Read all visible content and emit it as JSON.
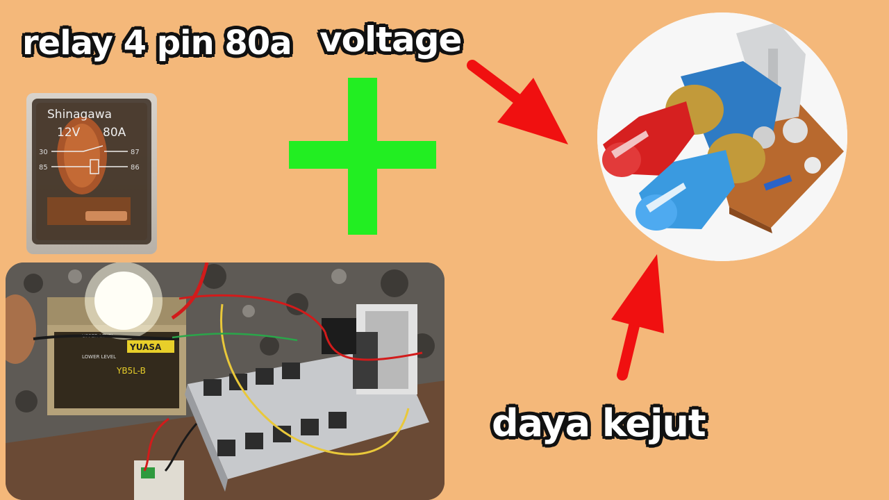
{
  "captions": {
    "relay": "relay 4 pin 80a",
    "voltage": "voltage",
    "daya_kejut": "daya kejut"
  },
  "relay_label": {
    "brand": "Shinagawa",
    "voltage": "12V",
    "current": "80A",
    "pin_30": "30",
    "pin_87": "87",
    "pin_85": "85",
    "pin_86": "86"
  },
  "battery_label": {
    "brand": "YUASA",
    "model": "YB5L-B",
    "upper": "UPPER LEVEL",
    "lower": "LOWER LEVEL"
  },
  "colors": {
    "background": "#F4B87A",
    "plus_sign": "#22EE22",
    "arrows": "#F01010",
    "caption_text": "#FFFFFF",
    "caption_outline": "#111111"
  },
  "icons": {
    "plus": "plus-sign",
    "arrow_top": "arrow-down-right",
    "arrow_bottom": "arrow-up-right"
  }
}
